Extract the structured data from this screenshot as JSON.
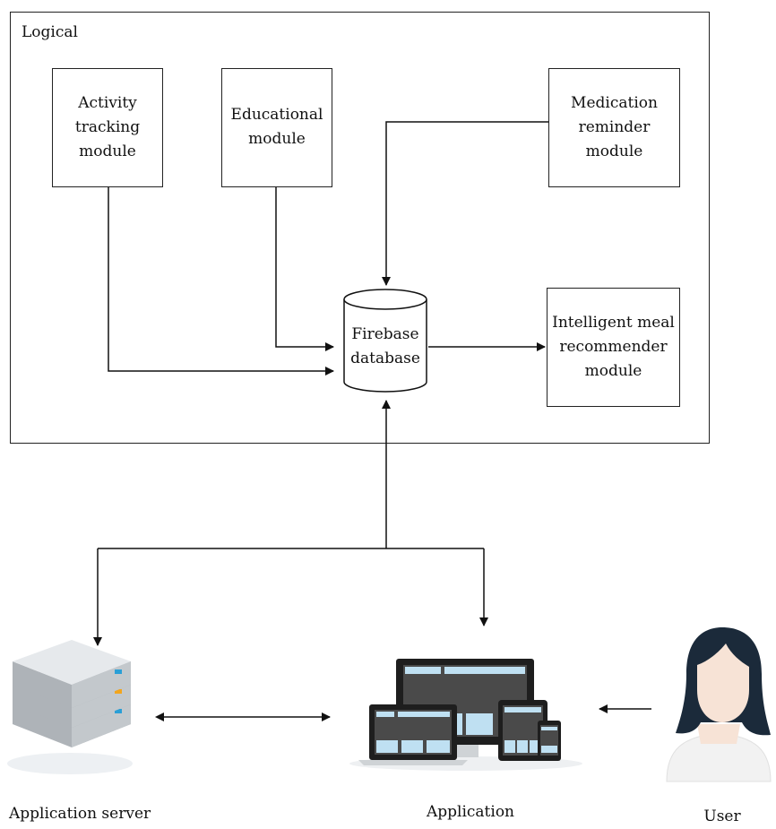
{
  "diagram": {
    "frame_label": "Logical",
    "modules": {
      "activity": "Activity\ntracking\nmodule",
      "educational": "Educational\nmodule",
      "medication": "Medication\nreminder\nmodule",
      "meal": "Intelligent meal\nrecommender\nmodule"
    },
    "database": "Firebase\ndatabase",
    "bottom": {
      "server": "Application server",
      "application": "Application",
      "user": "User"
    }
  },
  "colors": {
    "line": "#111111",
    "server_top": "#d9dde0",
    "server_side": "#aeb3b8",
    "server_led": "#2a9fd6",
    "server_led2": "#f2a51d",
    "screen_dark": "#4a4a4a",
    "screen_blue": "#bfe0f2",
    "device_frame": "#1e1e1e",
    "hair": "#1b2a3a",
    "skin": "#f7e3d6",
    "shirt": "#f2f2f2"
  },
  "icons": [
    "server-stack-icon",
    "devices-icon",
    "user-avatar-icon"
  ]
}
